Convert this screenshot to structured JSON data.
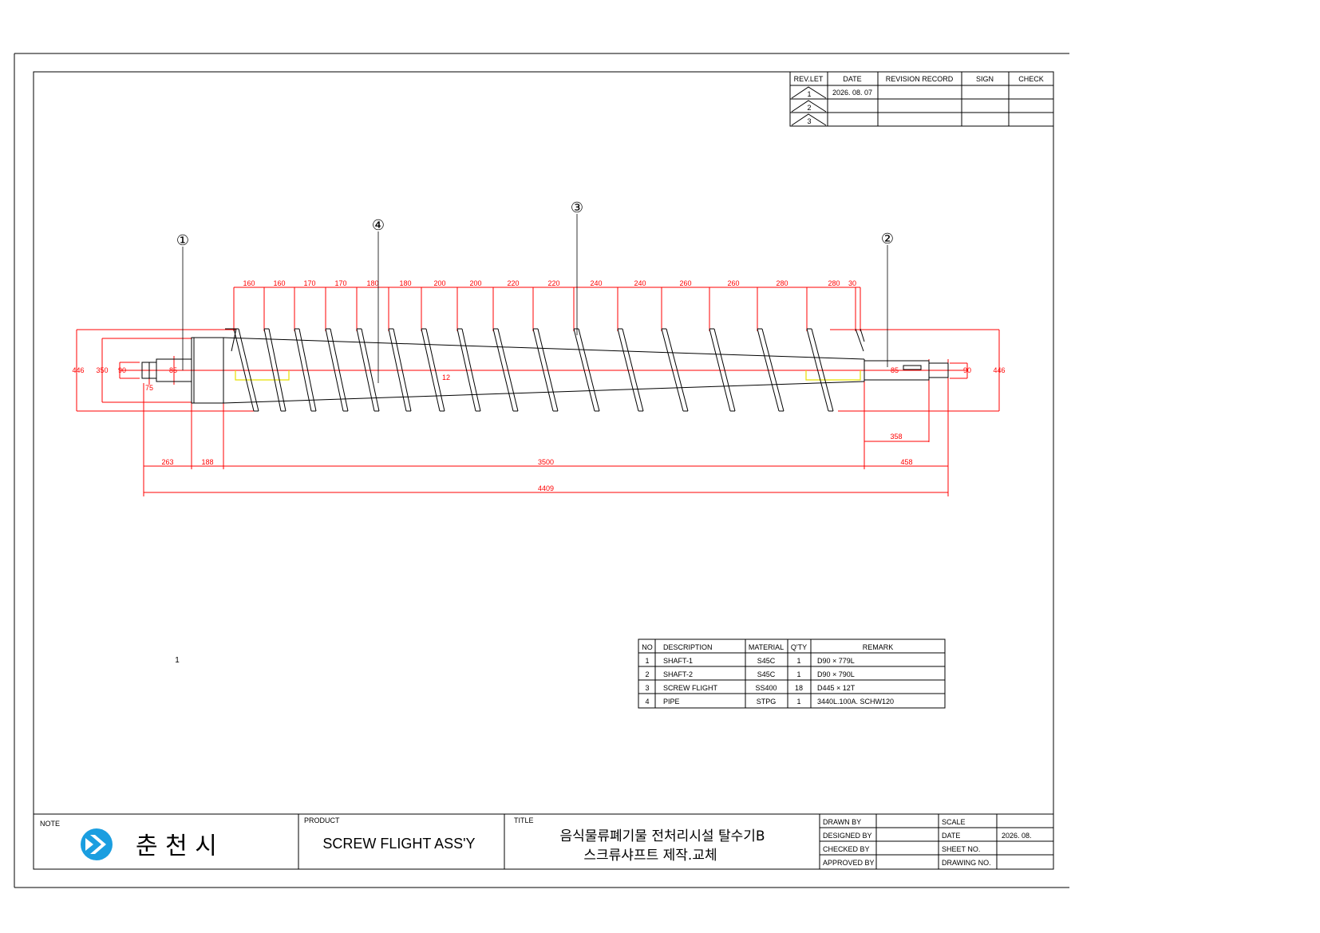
{
  "colors": {
    "line": "#000000",
    "dimension": "#ff0000",
    "hidden": "#e8e000",
    "logo": "#1a9ee0"
  },
  "revision_table": {
    "headers": [
      "REV.LET",
      "DATE",
      "REVISION RECORD",
      "SIGN",
      "CHECK"
    ],
    "rows": [
      {
        "rev": "1",
        "date": "2026. 08. 07"
      },
      {
        "rev": "2",
        "date": ""
      },
      {
        "rev": "3",
        "date": ""
      }
    ]
  },
  "balloons": [
    {
      "label": "①",
      "part": "SHAFT-1"
    },
    {
      "label": "②",
      "part": "SHAFT-2"
    },
    {
      "label": "③",
      "part": "SCREW FLIGHT"
    },
    {
      "label": "④",
      "part": "PIPE"
    }
  ],
  "dimensions": {
    "pitches": [
      "160",
      "160",
      "170",
      "170",
      "180",
      "180",
      "200",
      "200",
      "220",
      "220",
      "240",
      "240",
      "260",
      "260",
      "280",
      "280",
      "30"
    ],
    "left_diameters": [
      "446",
      "350",
      "90",
      "85"
    ],
    "right_diameters": [
      "85",
      "90",
      "446"
    ],
    "keyway": "75",
    "flight_thickness": "12",
    "shaft2_length": "358",
    "segments": [
      "263",
      "188",
      "3500",
      "458"
    ],
    "overall": "4409"
  },
  "sheet_number_mark": "1",
  "parts_list": {
    "headers": [
      "NO",
      "DESCRIPTION",
      "MATERIAL",
      "Q'TY",
      "REMARK"
    ],
    "rows": [
      [
        "1",
        "SHAFT-1",
        "S45C",
        "1",
        "D90 × 779L"
      ],
      [
        "2",
        "SHAFT-2",
        "S45C",
        "1",
        "D90 × 790L"
      ],
      [
        "3",
        "SCREW FLIGHT",
        "SS400",
        "18",
        "D445 × 12T"
      ],
      [
        "4",
        "PIPE",
        "STPG",
        "1",
        "3440L.100A. SCHW120"
      ]
    ]
  },
  "title_block": {
    "note_label": "NOTE",
    "logo_text": "춘 천 시",
    "product_label": "PRODUCT",
    "product": "SCREW FLIGHT ASS'Y",
    "title_label": "TITLE",
    "title_line1": "음식물류폐기물 전처리시설 탈수기B",
    "title_line2": "스크류샤프트 제작.교체",
    "fields": [
      {
        "label": "DRAWN BY",
        "value": ""
      },
      {
        "label": "DESIGNED BY",
        "value": ""
      },
      {
        "label": "CHECKED BY",
        "value": ""
      },
      {
        "label": "APPROVED BY",
        "value": ""
      }
    ],
    "right_fields": [
      {
        "label": "SCALE",
        "value": ""
      },
      {
        "label": "DATE",
        "value": "2026. 08."
      },
      {
        "label": "SHEET NO.",
        "value": ""
      },
      {
        "label": "DRAWING NO.",
        "value": ""
      }
    ]
  }
}
